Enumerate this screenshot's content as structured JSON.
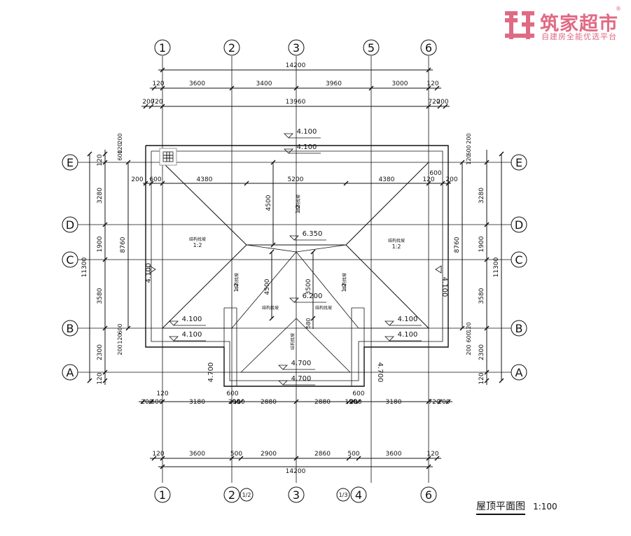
{
  "brand": {
    "name": "筑家超市",
    "slogan": "自建房全能优选平台",
    "registered": "®",
    "color": "#e06a84"
  },
  "title": {
    "main": "屋顶平面图",
    "scale": "1:100"
  },
  "axes_x": [
    "1",
    "2",
    "3",
    "5",
    "6"
  ],
  "axes_x_bottom": [
    "1",
    "2",
    "1/2",
    "3",
    "1/3",
    "4",
    "6"
  ],
  "axes_y": [
    "E",
    "D",
    "C",
    "B",
    "A"
  ],
  "dims": {
    "top_total": "14200",
    "top_row1": [
      "120",
      "3600",
      "3400",
      "3960",
      "3000",
      "120"
    ],
    "top_row2": [
      "200",
      "720",
      "13960",
      "720",
      "200"
    ],
    "bottom_row1": [
      "200",
      "600",
      "3180",
      "200",
      "120",
      "2880",
      "2880",
      "120",
      "200",
      "3180",
      "720",
      "200"
    ],
    "bottom_top_small": [
      "120",
      "600",
      "600"
    ],
    "bottom_row2": [
      "120",
      "3600",
      "500",
      "2900",
      "2860",
      "500",
      "3600",
      "120"
    ],
    "bottom_total": "14200",
    "left_outer": [
      "120",
      "3280",
      "1900",
      "3580",
      "2300",
      "120"
    ],
    "left_mid": [
      "8760",
      "11300"
    ],
    "left_small": [
      "200",
      "120",
      "600",
      "600",
      "120",
      "200"
    ],
    "right_outer": [
      "3280",
      "1900",
      "3580",
      "2300",
      "120"
    ],
    "right_mid": [
      "8760",
      "11300"
    ],
    "right_small": [
      "200",
      "600",
      "120",
      "120",
      "600",
      "200"
    ],
    "inner_row": [
      "200",
      "600",
      "4380",
      "5200",
      "4380",
      "120",
      "200",
      "600"
    ],
    "inner_v": [
      "4500",
      "4500",
      "3500",
      "580"
    ]
  },
  "elevations": [
    "4.100",
    "4.100",
    "6.350",
    "6.200",
    "4.100",
    "4.100",
    "4.100",
    "4.100",
    "4.100",
    "4.100",
    "4.700",
    "4.700",
    "4.700",
    "4.700"
  ],
  "slopes": {
    "label": "结构找坡",
    "ratio": "1:2"
  }
}
